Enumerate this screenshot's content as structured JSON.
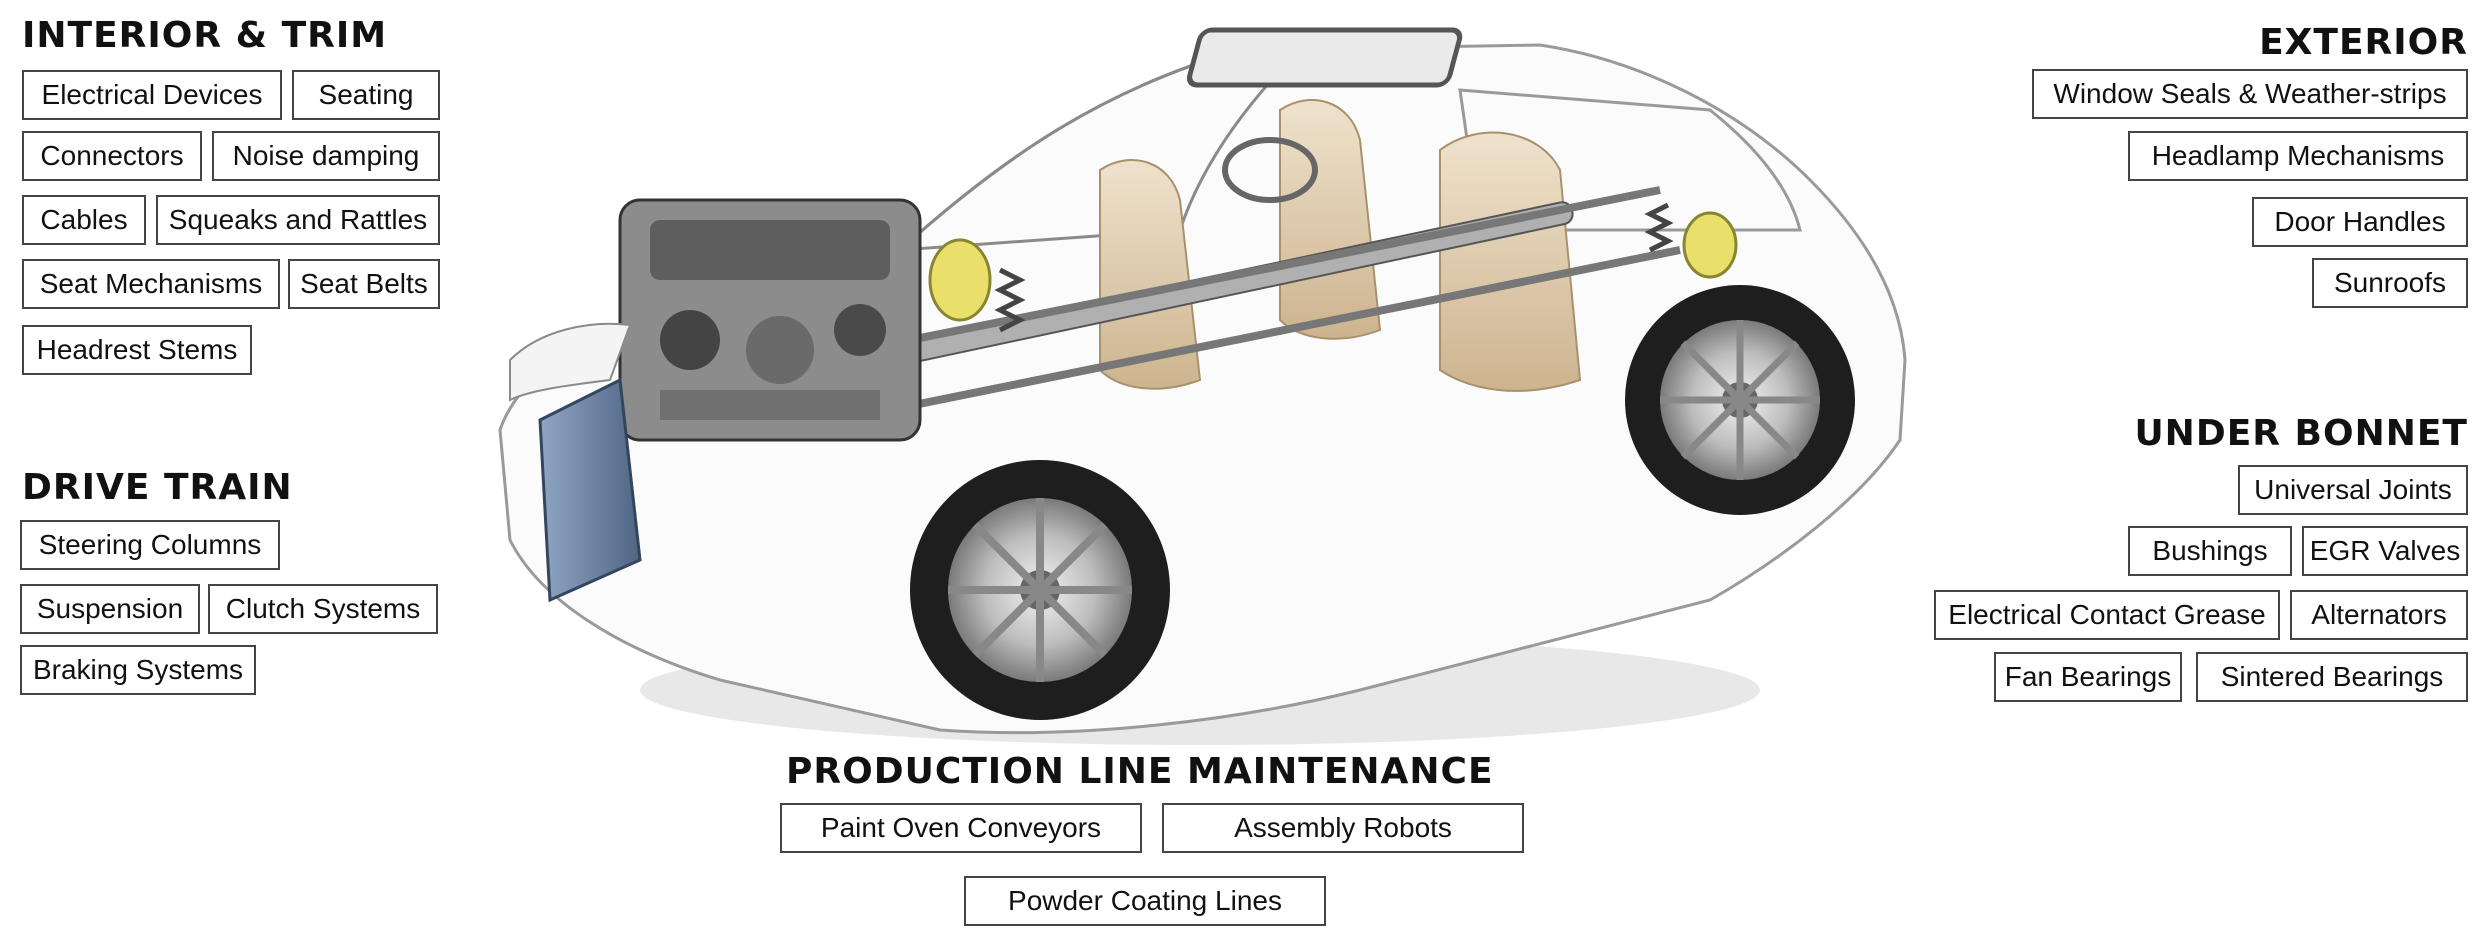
{
  "interior_trim": {
    "heading": "INTERIOR & TRIM",
    "items": [
      "Electrical Devices",
      "Seating",
      "Connectors",
      "Noise damping",
      "Cables",
      "Squeaks and Rattles",
      "Seat Mechanisms",
      "Seat Belts",
      "Headrest Stems"
    ]
  },
  "drive_train": {
    "heading": "DRIVE TRAIN",
    "items": [
      "Steering Columns",
      "Suspension",
      "Clutch Systems",
      "Braking Systems"
    ]
  },
  "exterior": {
    "heading": "EXTERIOR",
    "items": [
      "Window Seals & Weather-strips",
      "Headlamp Mechanisms",
      "Door Handles",
      "Sunroofs"
    ]
  },
  "under_bonnet": {
    "heading": "UNDER BONNET",
    "items": [
      "Universal Joints",
      "Bushings",
      "EGR Valves",
      "Electrical Contact Grease",
      "Alternators",
      "Fan Bearings",
      "Sintered Bearings"
    ]
  },
  "production_line": {
    "heading": "PRODUCTION LINE MAINTENANCE",
    "items": [
      "Paint Oven Conveyors",
      "Assembly Robots",
      "Powder Coating Lines"
    ]
  }
}
